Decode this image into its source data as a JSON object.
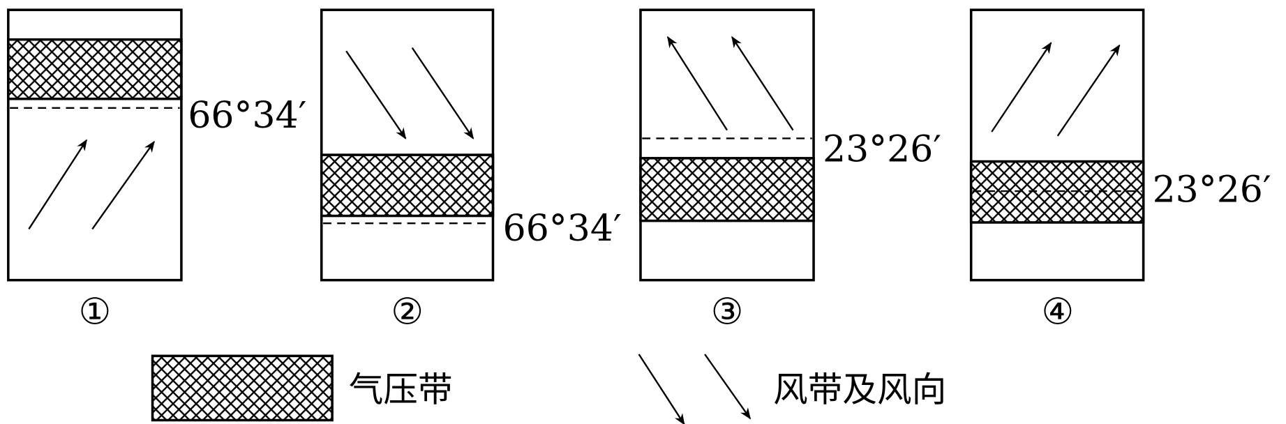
{
  "panels": [
    {
      "id": "①",
      "latitude": "66°34′"
    },
    {
      "id": "②",
      "latitude": "66°34′"
    },
    {
      "id": "③",
      "latitude": "23°26′"
    },
    {
      "id": "④",
      "latitude": "23°26′"
    }
  ],
  "legend": {
    "pressure_belt": "气压带",
    "wind_belt": "风带及风向"
  }
}
